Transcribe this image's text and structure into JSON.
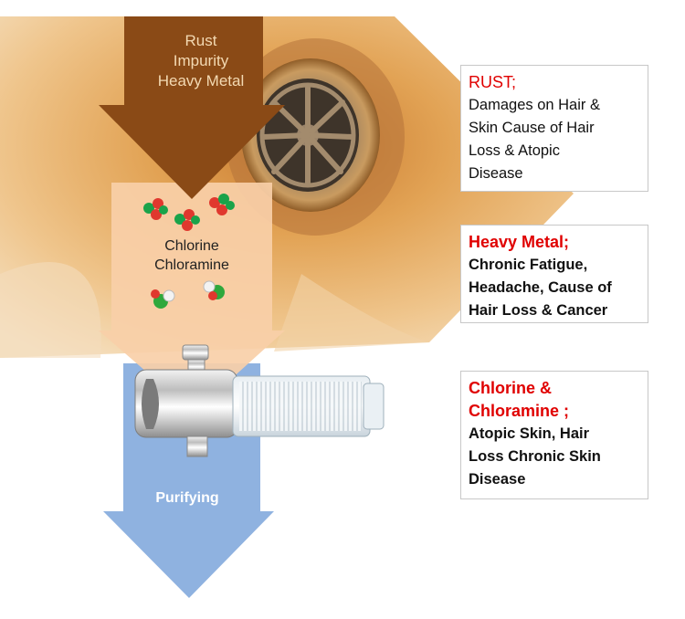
{
  "arrow_top": {
    "lines": [
      "Rust",
      "Impurity",
      "Heavy Metal"
    ]
  },
  "arrow_middle": {
    "lines": [
      "Chlorine",
      "Chloramine"
    ]
  },
  "arrow_bottom": {
    "label": "Purifying"
  },
  "boxes": {
    "rust": {
      "title": "RUST;",
      "body": [
        "Damages on Hair &",
        "Skin Cause of Hair",
        "Loss & Atopic",
        "Disease"
      ]
    },
    "heavy_metal": {
      "title": "Heavy Metal;",
      "body": [
        "Chronic Fatigue,",
        "Headache, Cause of",
        "Hair Loss & Cancer"
      ]
    },
    "chlorine": {
      "title": [
        "Chlorine &",
        "Chloramine ;"
      ],
      "body": [
        "Atopic Skin, Hair",
        "Loss Chronic Skin",
        "Disease"
      ]
    }
  },
  "colors": {
    "accent_red": "#e00000",
    "brown_arrow": "#8a4a16",
    "peach_arrow": "#f6c59b",
    "blue_arrow": "#8fb2e0",
    "sink_orange": "#e5a35a"
  },
  "icons": [
    "molecule-icon",
    "drain-icon",
    "shower-filter-icon"
  ]
}
